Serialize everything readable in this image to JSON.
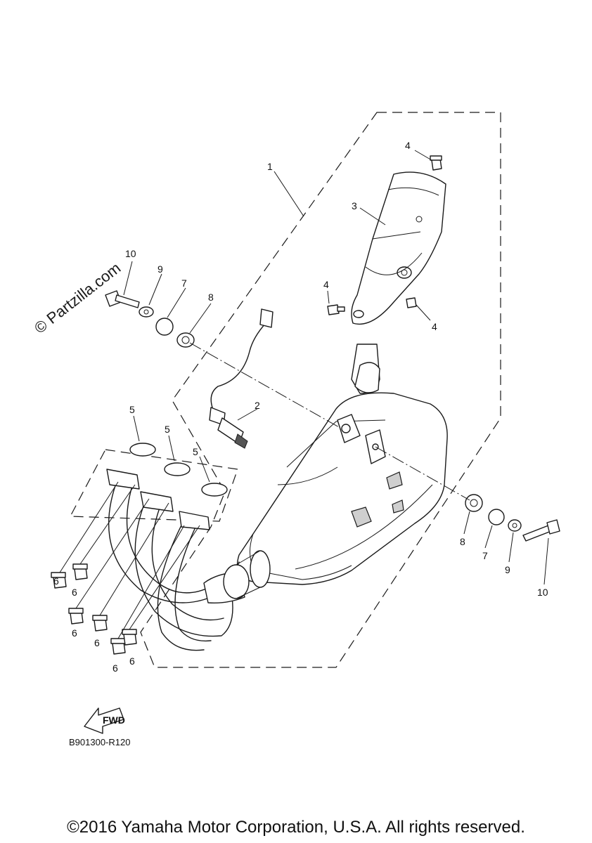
{
  "diagram": {
    "reference_code": "B901300-R120",
    "watermark": "© Partzilla.com",
    "copyright": "©2016 Yamaha Motor Corporation, U.S.A. All rights reserved.",
    "fwd_label": "FWD",
    "callouts": {
      "c1": "1",
      "c2": "2",
      "c3": "3",
      "c4a": "4",
      "c4b": "4",
      "c4c": "4",
      "c5a": "5",
      "c5b": "5",
      "c5c": "5",
      "c6a": "6",
      "c6b": "6",
      "c6c": "6",
      "c6d": "6",
      "c6e": "6",
      "c6f": "6",
      "c7a": "7",
      "c7b": "7",
      "c8a": "8",
      "c8b": "8",
      "c9a": "9",
      "c9b": "9",
      "c10a": "10",
      "c10b": "10"
    }
  }
}
